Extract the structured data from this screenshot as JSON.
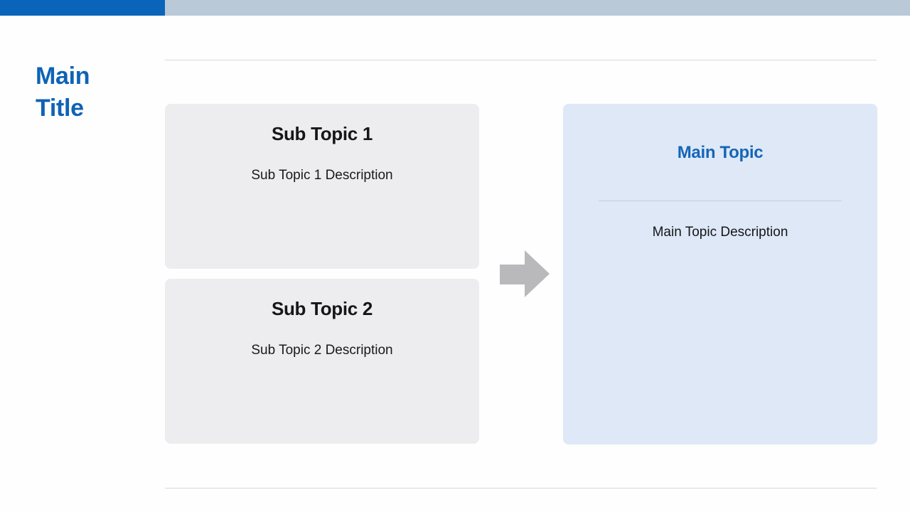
{
  "slide": {
    "title": "Main Title"
  },
  "diagram": {
    "sub_topics": [
      {
        "title": "Sub Topic 1",
        "description": "Sub Topic 1 Description"
      },
      {
        "title": "Sub Topic 2",
        "description": "Sub Topic 2 Description"
      }
    ],
    "main_topic": {
      "title": "Main Topic",
      "description": "Main Topic Description"
    },
    "arrow_icon": "arrow-right"
  },
  "colors": {
    "top_bar_accent": "#0964ba",
    "top_bar_track": "#b9c9d7",
    "title_blue": "#0e63b6",
    "main_topic_blue": "#1565b8",
    "sub_card_bg": "#edecee",
    "main_card_bg": "#dee8f6",
    "arrow_gray": "#b9b9bc",
    "divider_gray": "#d8d8d8",
    "text_dark": "#1a1a1a"
  }
}
